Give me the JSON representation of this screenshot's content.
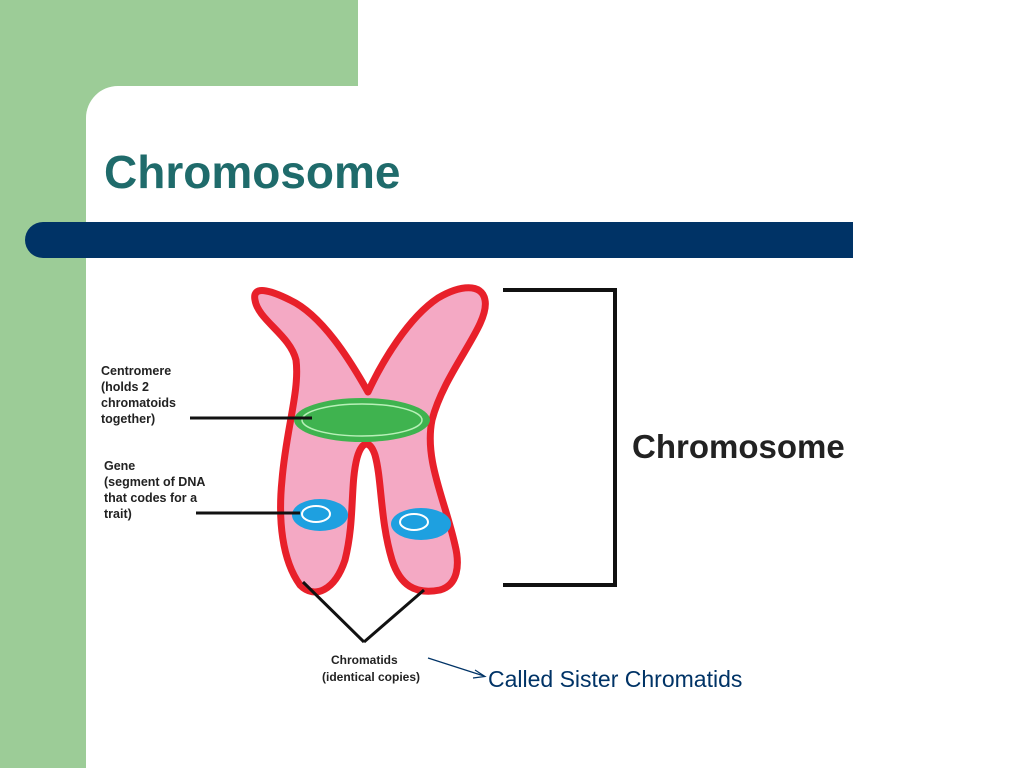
{
  "slide": {
    "title": "Chromosome",
    "caption": "Called Sister Chromatids"
  },
  "diagram": {
    "big_label": "Chromosome",
    "centromere_label": [
      "Centromere",
      "(holds 2",
      "chromatoids",
      "together)"
    ],
    "gene_label": [
      "Gene",
      "(segment of DNA",
      "that codes for a",
      "trait)"
    ],
    "chromatids_label": [
      "Chromatids",
      "(identical copies)"
    ]
  },
  "colors": {
    "panel_green": "#9ccc97",
    "title_teal": "#1f6b6b",
    "bar_navy": "#003366",
    "chromosome_fill": "#f4a9c4",
    "chromosome_outline": "#e8202a",
    "centromere": "#3fb34f",
    "gene": "#1ea0e0"
  }
}
